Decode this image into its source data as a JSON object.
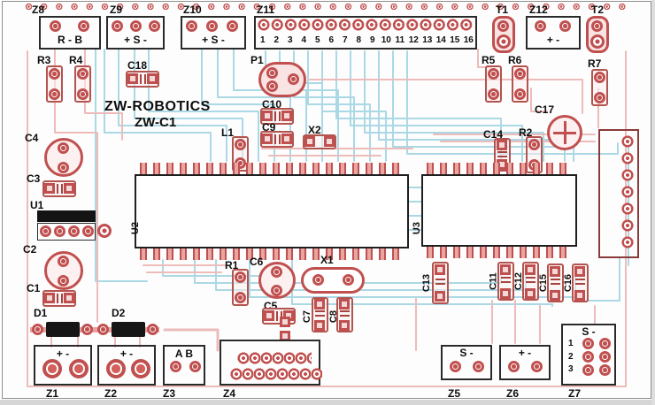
{
  "title": {
    "line1": "ZW-ROBOTICS",
    "line2": "ZW-C1"
  },
  "refs": {
    "z1": "Z1",
    "z2": "Z2",
    "z3": "Z3",
    "z4": "Z4",
    "z5": "Z5",
    "z6": "Z6",
    "z7": "Z7",
    "z8": "Z8",
    "z9": "Z9",
    "z10": "Z10",
    "z11": "Z11",
    "z12": "Z12",
    "t1": "T1",
    "t2": "T2",
    "u1": "U1",
    "u2": "U2",
    "u3": "U3",
    "p1": "P1",
    "l1": "L1",
    "x1": "X1",
    "x2": "X2",
    "d1": "D1",
    "d2": "D2",
    "r1": "R1",
    "r2": "R2",
    "r3": "R3",
    "r4": "R4",
    "r5": "R5",
    "r6": "R6",
    "r7": "R7",
    "c1": "C1",
    "c2": "C2",
    "c3": "C3",
    "c4": "C4",
    "c5": "C5",
    "c6": "C6",
    "c7": "C7",
    "c8": "C8",
    "c9": "C9",
    "c10": "C10",
    "c11": "C11",
    "c12": "C12",
    "c13": "C13",
    "c14": "C14",
    "c15": "C15",
    "c16": "C16",
    "c17": "C17",
    "c18": "C18"
  },
  "pins": {
    "z8": "R - B",
    "z9": "+ S -",
    "z10": "+ S -",
    "z12": "+ -",
    "z1": "+ -",
    "z2": "+ -",
    "z3": "A B",
    "z5": "S -",
    "z6": "+ -",
    "z7": "S -"
  },
  "z11_pins": [
    "1",
    "2",
    "3",
    "4",
    "5",
    "6",
    "7",
    "8",
    "9",
    "10",
    "11",
    "12",
    "13",
    "14",
    "15",
    "16"
  ],
  "z7_rows": [
    "1",
    "2",
    "3"
  ],
  "colors": {
    "pad": "#c0504f",
    "silkscreen": "#1a1a1a",
    "top_trace": "#edbcba",
    "bottom_trace": "#abd8e5",
    "board": "#ffffff"
  }
}
